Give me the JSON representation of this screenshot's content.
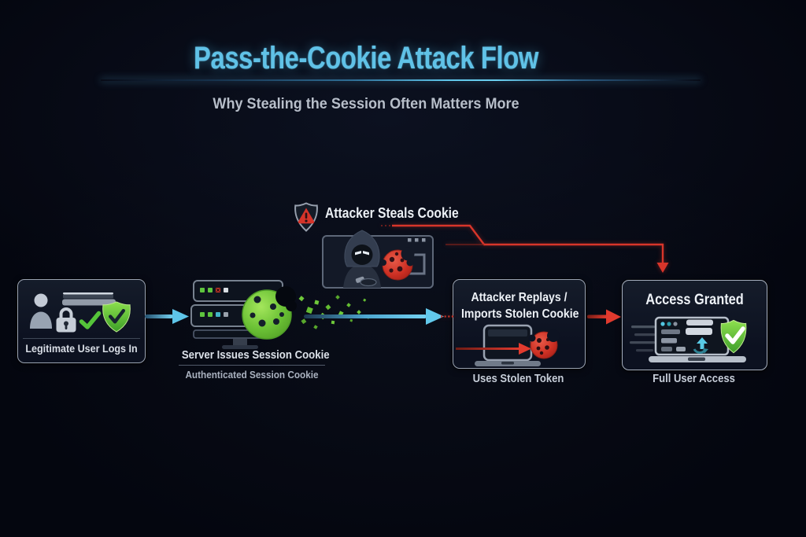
{
  "header": {
    "title": "Pass-the-Cookie Attack Flow",
    "subtitle": "Why Stealing the Session Often Matters More"
  },
  "flow": {
    "user_box": {
      "label": "Legitimate User Logs In"
    },
    "server_node": {
      "label": "Server Issues Session Cookie",
      "sublabel": "Authenticated Session Cookie"
    },
    "attacker_node": {
      "label": "Attacker Steals Cookie"
    },
    "replay_box": {
      "label_line1": "Attacker Replays /",
      "label_line2": "Imports Stolen Cookie",
      "caption": "Uses Stolen Token"
    },
    "access_box": {
      "label": "Access Granted",
      "caption": "Full User Access"
    }
  },
  "icons": {
    "user": "user-icon",
    "closed_laptop": "laptop-closed-icon",
    "lock": "lock-icon",
    "checkmark": "checkmark-icon",
    "shield_check": "shield-check-icon",
    "server": "server-rack-icon",
    "session_cookie": "green-cookie-icon",
    "warning_shield": "warning-shield-icon",
    "attacker": "hooded-attacker-icon",
    "browser_window": "browser-window-icon",
    "stolen_cookie": "red-cookie-icon",
    "laptop_open": "laptop-open-icon",
    "sync_arrows": "sync-arrows-icon"
  },
  "colors": {
    "background": "#04060f",
    "accent_cyan": "#5fc3e8",
    "alert_red": "#d8352a",
    "safe_green": "#6fc93e",
    "box_border": "#9aa3b2",
    "text_light": "#e9edf3",
    "text_muted": "#a9b1bf"
  }
}
